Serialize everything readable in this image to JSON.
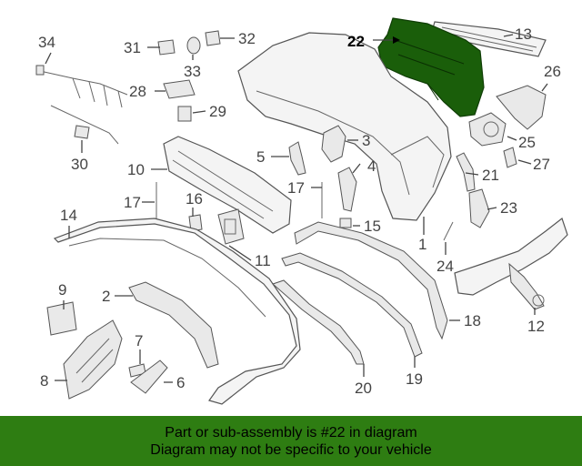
{
  "callouts": {
    "n1": "1",
    "n2": "2",
    "n3": "3",
    "n4": "4",
    "n5": "5",
    "n6": "6",
    "n7": "7",
    "n8": "8",
    "n9": "9",
    "n10": "10",
    "n11": "11",
    "n12": "12",
    "n13": "13",
    "n14": "14",
    "n15": "15",
    "n16": "16",
    "n17a": "17",
    "n17b": "17",
    "n18": "18",
    "n19": "19",
    "n20": "20",
    "n21": "21",
    "n22": "22",
    "n23": "23",
    "n24": "24",
    "n25": "25",
    "n26": "26",
    "n27": "27",
    "n28": "28",
    "n29": "29",
    "n30": "30",
    "n31": "31",
    "n32": "32",
    "n33": "33",
    "n34": "34"
  },
  "highlighted_part": "22",
  "colors": {
    "highlight": "#1a5e0a",
    "banner": "#2e7d12"
  },
  "footer": {
    "line1": "Part or sub-assembly is #22 in diagram",
    "line2": "Diagram may not be specific to your vehicle"
  }
}
